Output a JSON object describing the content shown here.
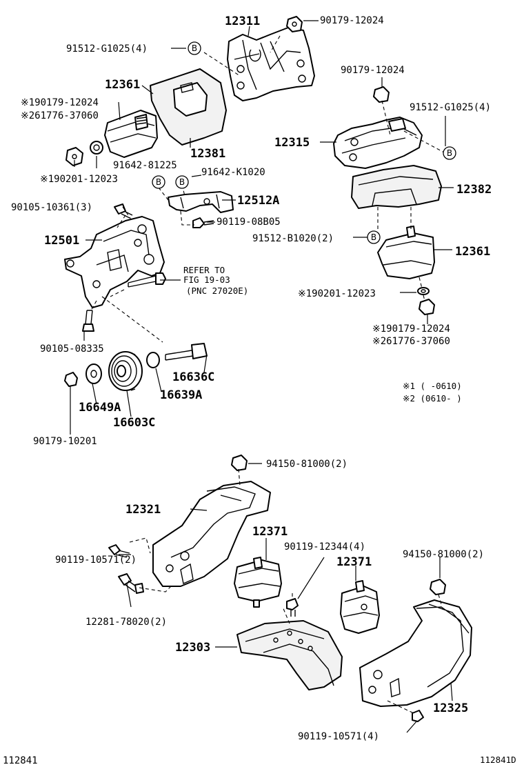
{
  "diagram": {
    "labels": {
      "p12311": "12311",
      "p90179_12024_top": "90179-12024",
      "p91512_G1025_left": "91512-G1025(4)",
      "p12361_top": "12361",
      "p90179_12024_n1": "※190179-12024",
      "p61776_37060_n2": "※261776-37060",
      "p12381": "12381",
      "p91642_81225": "91642-81225",
      "p90201_12023_left": "※190201-12023",
      "p91642_K1020": "91642-K1020",
      "p12512A": "12512A",
      "p90105_10361": "90105-10361(3)",
      "p90119_08B05": "90119-08B05",
      "p12501": "12501",
      "refer_line1": "REFER TO",
      "refer_line2": "FIG 19-03",
      "refer_line3": "(PNC 27020E)",
      "p90105_08335": "90105-08335",
      "p16636C": "16636C",
      "p16649A": "16649A",
      "p16639A": "16639A",
      "p16603C": "16603C",
      "p90179_10201": "90179-10201",
      "p90179_12024_right": "90179-12024",
      "p91512_G1025_right": "91512-G1025(4)",
      "p12315": "12315",
      "p12382": "12382",
      "p91512_B1020": "91512-B1020(2)",
      "p12361_right": "12361",
      "p90201_12023_right": "※190201-12023",
      "p90179_12024_right_n1": "※190179-12024",
      "p61776_37060_right_n2": "※261776-37060",
      "note1": "※1 (    -0610)",
      "note2": "※2 (0610-    )",
      "p94150_81000_top": "94150-81000(2)",
      "p12321": "12321",
      "p12371_left": "12371",
      "p90119_12344": "90119-12344(4)",
      "p94150_81000_right": "94150-81000(2)",
      "p12371_right": "12371",
      "p90119_10571_left": "90119-10571(2)",
      "p12281_78020": "12281-78020(2)",
      "p12303": "12303",
      "p12325": "12325",
      "p90119_10571_bottom": "90119-10571(4)",
      "code_left": "112841",
      "code_right": "112841D"
    },
    "marker_letter": "B"
  }
}
